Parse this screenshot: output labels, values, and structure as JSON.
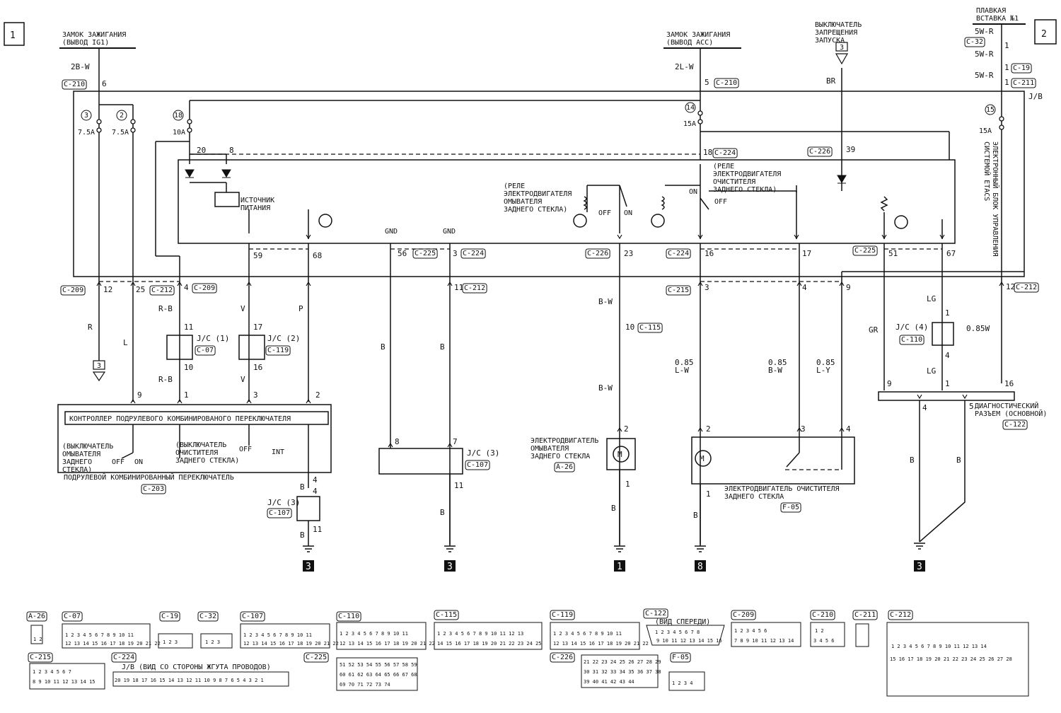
{
  "sheets": {
    "left": "1",
    "right": "2"
  },
  "sources": {
    "ig1": "ЗАМОК ЗАЖИГАНИЯ (ВЫВОД IG1)",
    "acc": "ЗАМОК ЗАЖИГАНИЯ (ВЫВОД ACC)",
    "inhibit": "ВЫКЛЮЧАТЕЛЬ ЗАПРЕЩЕНИЯ ЗАПУСКА",
    "fusible": "ПЛАВКАЯ ВСТАВКА №1"
  },
  "wires": {
    "w_2bw": "2B-W",
    "w_2lw": "2L-W",
    "w_5wr": "5W-R",
    "w_br": "BR",
    "w_r": "R",
    "w_l": "L",
    "w_rb": "R-B",
    "w_v": "V",
    "w_p": "P",
    "w_b": "B",
    "w_bw": "B-W",
    "w_085lw": "0.85 L-W",
    "w_085bw": "0.85 B-W",
    "w_085ly": "0.85 L-Y",
    "w_gr": "GR",
    "w_lg": "LG",
    "w_085w": "0.85W"
  },
  "connectors": {
    "c210": "C-210",
    "c224": "C-224",
    "c226": "C-226",
    "c32": "C-32",
    "c19": "C-19",
    "c211": "C-211",
    "c209": "C-209",
    "c212": "C-212",
    "c225": "C-225",
    "c215": "C-215",
    "c115": "C-115",
    "c07": "C-07",
    "c119": "C-119",
    "c107": "C-107",
    "c110": "C-110",
    "c122": "C-122",
    "c203": "C-203",
    "a26": "A-26",
    "f05": "F-05"
  },
  "fuses": {
    "f3": "3",
    "f2": "2",
    "f18": "18",
    "f14": "14",
    "f15": "15",
    "a75": "7.5A",
    "a10": "10A",
    "a15": "15A"
  },
  "jb": "J/B",
  "etacs": "ЭЛЕКТРОННЫЙ БЛОК УПРАВЛЕНИЯ СИСТЕМОЙ ETACS",
  "etacs_lines": [
    "ЭЛЕКТРОННЫЙ БЛОК УПРАВЛЕНИЯ",
    "СИСТЕМОЙ ETACS"
  ],
  "power_source": "ИСТОЧНИК ПИТАНИЯ",
  "gnd": "GND",
  "relays": {
    "washer": "(РЕЛЕ ЭЛЕКТРОДВИГАТЕЛЯ ОМЫВАТЕЛЯ ЗАДНЕГО СТЕКЛА)",
    "washer_lines": [
      "(РЕЛЕ",
      "ЭЛЕКТРОДВИГАТЕЛЯ",
      "ОМЫВАТЕЛЯ",
      "ЗАДНЕГО СТЕКЛА)"
    ],
    "wiper": "(РЕЛЕ ЭЛЕКТРОДВИГАТЕЛЯ ОЧИСТИТЕЛЯ ЗАДНЕГО СТЕКЛА)",
    "wiper_lines": [
      "(РЕЛЕ",
      "ЭЛЕКТРОДВИГАТЕЛЯ",
      "ОЧИСТИТЕЛЯ",
      "ЗАДНЕГО СТЕКЛА)"
    ],
    "off": "OFF",
    "on": "ON"
  },
  "jcs": {
    "jc1": "J/C (1)",
    "jc2": "J/C (2)",
    "jc3": "J/C (3)",
    "jc4": "J/C (4)"
  },
  "controller": {
    "title": "КОНТРОЛЛЕР ПОДРУЛЕВОГО КОМБИНИРОВАНОГО ПЕРЕКЛЮЧАТЕЛЯ",
    "washer_switch": "(ВЫКЛЮЧАТЕЛЬ ОМЫВАТЕЛЯ ЗАДНЕГО СТЕКЛА)",
    "washer_switch_lines": [
      "(ВЫКЛЮЧАТЕЛЬ",
      "ОМЫВАТЕЛЯ",
      "ЗАДНЕГО",
      "СТЕКЛА)"
    ],
    "wiper_switch": "(ВЫКЛЮЧАТЕЛЬ ОЧИСТИТЕЛЯ ЗАДНЕГО СТЕКЛА)",
    "wiper_switch_lines": [
      "(ВЫКЛЮЧАТЕЛЬ",
      "ОЧИСТИТЕЛЯ",
      "ЗАДНЕГО СТЕКЛА)"
    ],
    "int": "INT",
    "caption": "ПОДРУЛЕВОЙ КОМБИНИРОВАННЫЙ ПЕРЕКЛЮЧАТЕЛЬ"
  },
  "washer_motor": "ЭЛЕКТРОДВИГАТЕЛЬ ОМЫВАТЕЛЯ ЗАДНЕГО СТЕКЛА",
  "washer_motor_lines": [
    "ЭЛЕКТРОДВИГАТЕЛЬ",
    "ОМЫВАТЕЛЯ",
    "ЗАДНЕГО СТЕКЛА"
  ],
  "wiper_motor": "ЭЛЕКТРОДВИГАТЕЛЬ ОЧИСТИТЕЛЯ ЗАДНЕГО СТЕКЛА",
  "wiper_motor_lines": [
    "ЭЛЕКТРОДВИГАТЕЛЬ ОЧИСТИТЕЛЯ",
    "ЗАДНЕГО СТЕКЛА"
  ],
  "diag": "ДИАГНОСТИЧЕСКИЙ РАЗЪЕМ (ОСНОВНОЙ)",
  "diag_lines": [
    "ДИАГНОСТИЧЕСКИЙ",
    "РАЗЪЕМ (ОСНОВНОЙ)"
  ],
  "motor_symbol": "M",
  "ground_refs": [
    "3",
    "3",
    "1",
    "8",
    "3"
  ],
  "pins": {
    "p6": "6",
    "p5": "5",
    "p1": "1",
    "p20": "20",
    "p8": "8",
    "p18": "18",
    "p39": "39",
    "p59": "59",
    "p68": "68",
    "p56": "56",
    "p3": "3",
    "p23": "23",
    "p16": "16",
    "p17": "17",
    "p51": "51",
    "p67": "67",
    "p12": "12",
    "p25": "25",
    "p4": "4",
    "p11": "11",
    "p9": "9",
    "p10": "10",
    "p2": "2",
    "p7": "7"
  },
  "bottom": {
    "j_b_view": "J/B (ВИД СО СТОРОНЫ ЖГУТА ПРОВОДОВ)",
    "front_view": "(ВИД СПЕРЕДИ)",
    "c07_row1": "1 2 3 4 5 6 7 8 9 10 11",
    "c07_row2": "12 13 14 15 16 17 18 19 20 21 22",
    "c110_row1": "1 2 3 4 5 6 7 8 9 10 11",
    "c110_row2": "12 13 14 15 16 17 18 19 20 21 22",
    "c115_row1": "1 2 3 4 5 6 7 8 9 10 11 12 13",
    "c115_row2": "14 15 16 17 18 19 20 21 22 23 24 25",
    "c119_row1": "1 2 3 4 5 6 7 8 9 10 11",
    "c119_row2": "12 13 14 15 16 17 18 19 20 21 22",
    "c122_row1": "1 2 3 4 5 6 7 8",
    "c122_row2": "9 10 11 12 13 14 15 16",
    "c209_row1": "1 2 3   4 5 6",
    "c209_row2": "7 8 9 10 11 12 13 14",
    "c210_row1": "1   2",
    "c210_row2": "3 4 5 6",
    "c212_row1": "1 2 3 4 5 6 7 8 9 10 11 12 13 14",
    "c212_row2": "15 16 17 18 19 20 21 22 23 24 25 26 27 28",
    "c215_row1": "1 2 3 4   5 6 7",
    "c215_row2": "8 9 10 11 12 13 14 15",
    "c225_r1": "51 52 53 54 55 56 57 58 59",
    "c225_r2": "60 61 62 63 64 65 66 67 68",
    "c225_r3": "69 70 71   72 73 74",
    "c226_r1": "21 22 23 24 25 26 27 28 29",
    "c226_r2": "30 31 32 33 34 35 36 37 38",
    "c226_r3": "39 40 41   42 43 44",
    "jb_row": "20 19 18 17 16 15 14 13 12 11 10 9 8 7 6 5 4 3 2 1",
    "a26_pins": "1 2",
    "c19_pins": "1 2 3",
    "c32_pins": "1 2 3",
    "f05_pins": "1 2 3 4"
  }
}
